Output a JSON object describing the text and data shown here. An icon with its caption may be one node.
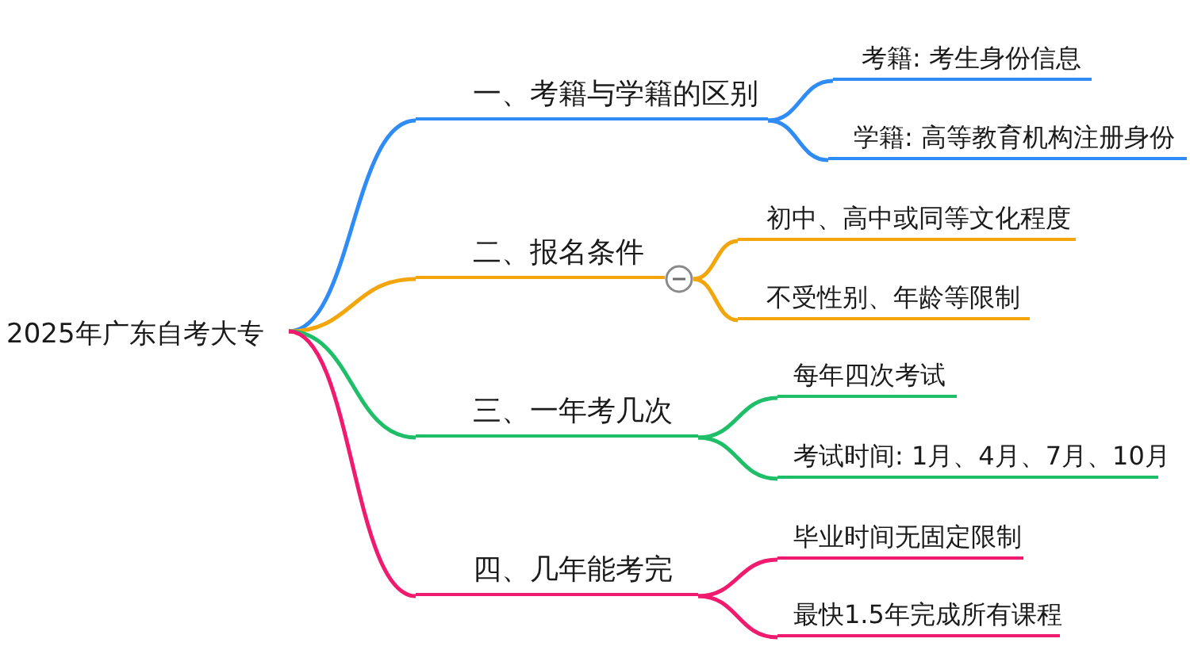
{
  "diagram": {
    "nodes": [
      {
        "text": [
          "2025年广东自考大专"
        ]
      },
      {
        "text": [
          "一、考籍与学籍的区别"
        ]
      },
      {
        "text": [
          "考籍: 考生身份信息"
        ]
      },
      {
        "text": [
          "学籍: 高等教育机构注册身份"
        ]
      },
      {
        "text": [
          "二、报名条件"
        ]
      },
      {
        "text": [
          "初中、高中或同等文化程度"
        ]
      },
      {
        "text": [
          "不受性别、年龄等限制"
        ]
      },
      {
        "text": [
          "三、一年考几次"
        ]
      },
      {
        "text": [
          "每年四次考试"
        ]
      },
      {
        "text": [
          "考试时间: 1月、4月、7月、10月"
        ]
      },
      {
        "text": [
          "四、几年能考完"
        ]
      },
      {
        "text": [
          "毕业时间无固定限制"
        ]
      },
      {
        "text": [
          "最快1.5年完成所有课程"
        ]
      }
    ],
    "edges": [
      {
        "from": 0,
        "to": 1,
        "arrow": "none",
        "color": "#2f8cf5"
      },
      {
        "from": 1,
        "to": 2,
        "arrow": "none",
        "color": "#2f8cf5"
      },
      {
        "from": 1,
        "to": 3,
        "arrow": "none",
        "color": "#2f8cf5"
      },
      {
        "from": 0,
        "to": 4,
        "arrow": "none",
        "color": "#f2a60c"
      },
      {
        "from": 4,
        "to": 5,
        "arrow": "none",
        "color": "#f2a60c"
      },
      {
        "from": 4,
        "to": 6,
        "arrow": "none",
        "color": "#f2a60c"
      },
      {
        "from": 0,
        "to": 7,
        "arrow": "none",
        "color": "#1fbf6a"
      },
      {
        "from": 7,
        "to": 8,
        "arrow": "none",
        "color": "#1fbf6a"
      },
      {
        "from": 7,
        "to": 9,
        "arrow": "none",
        "color": "#1fbf6a"
      },
      {
        "from": 0,
        "to": 10,
        "arrow": "none",
        "color": "#f01a6e"
      },
      {
        "from": 10,
        "to": 11,
        "arrow": "none",
        "color": "#f01a6e"
      },
      {
        "from": 10,
        "to": 12,
        "arrow": "none",
        "color": "#f01a6e"
      }
    ]
  }
}
